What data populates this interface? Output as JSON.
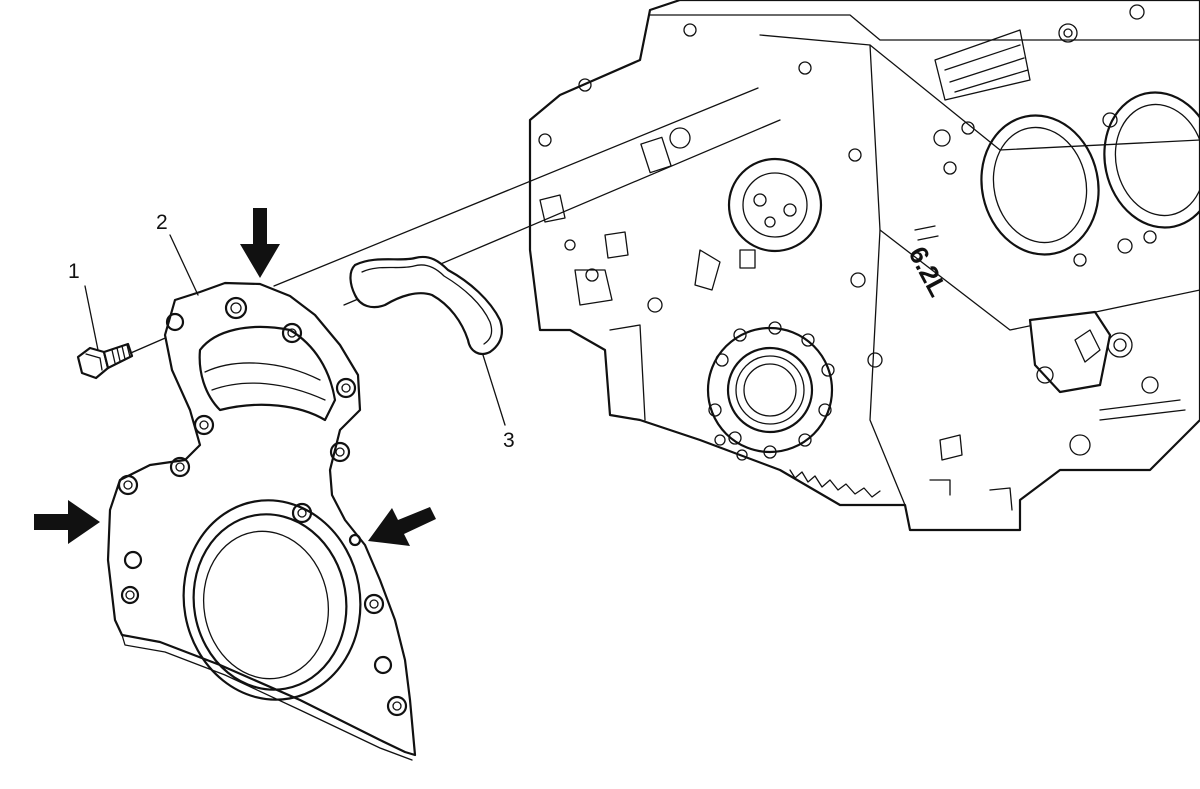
{
  "figure": {
    "callouts": [
      {
        "id": "1",
        "label": "1",
        "part": "bolt"
      },
      {
        "id": "2",
        "label": "2",
        "part": "rear-cover"
      },
      {
        "id": "3",
        "label": "3",
        "part": "gasket"
      }
    ],
    "engine_marking": "6.2L",
    "arrow_count": 3
  }
}
